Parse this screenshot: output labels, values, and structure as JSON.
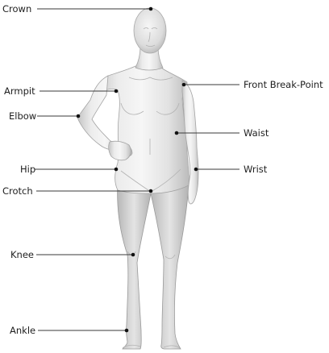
{
  "landmarks": [
    {
      "id": "crown",
      "label": "Crown"
    },
    {
      "id": "armpit",
      "label": "Armpit"
    },
    {
      "id": "elbow",
      "label": "Elbow"
    },
    {
      "id": "hip",
      "label": "Hip"
    },
    {
      "id": "crotch",
      "label": "Crotch"
    },
    {
      "id": "knee",
      "label": "Knee"
    },
    {
      "id": "ankle",
      "label": "Ankle"
    },
    {
      "id": "front-break-point",
      "label": "Front Break-Point"
    },
    {
      "id": "waist",
      "label": "Waist"
    },
    {
      "id": "wrist",
      "label": "Wrist"
    }
  ],
  "colors": {
    "background": "#ffffff",
    "leader_line": "#3a3a3a",
    "marker": "#111111",
    "label_text": "#1e1e1e",
    "mannequin_light": "#f2f2f2",
    "mannequin_shadow": "#bdbdbd"
  }
}
